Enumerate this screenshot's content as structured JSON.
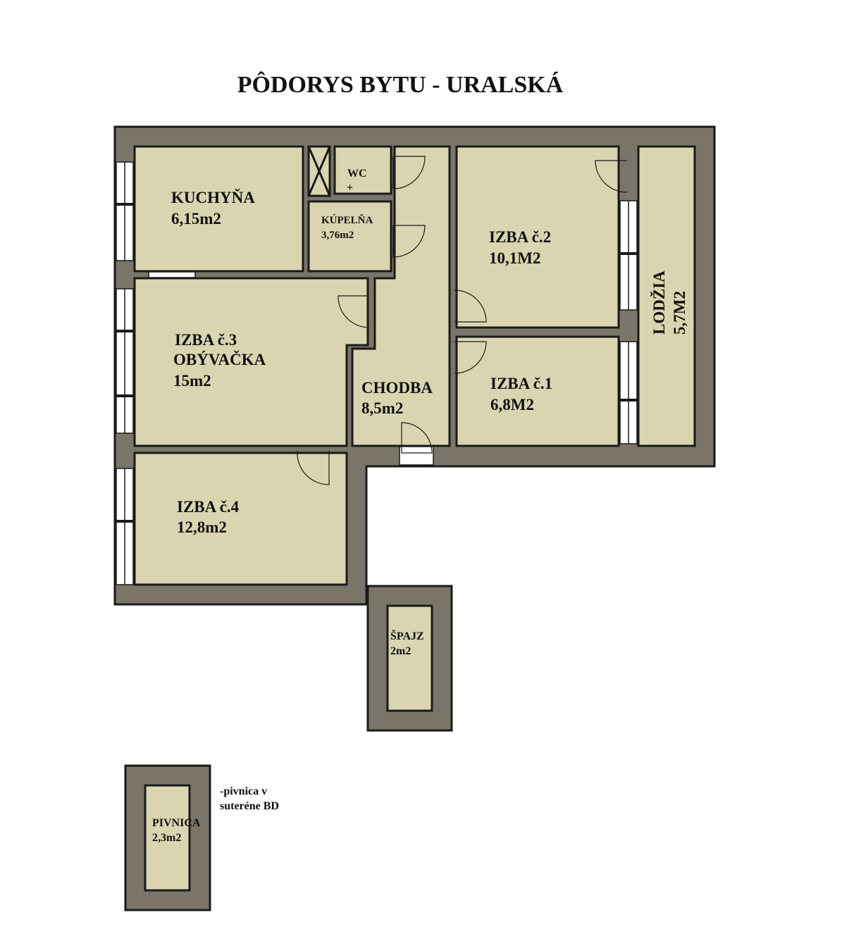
{
  "title": "PÔDORYS BYTU - URALSKÁ",
  "colors": {
    "wall": "#7b7569",
    "floor": "#dad4b0",
    "line": "#1a1a1a"
  },
  "rooms": {
    "kitchen": {
      "name": "KUCHYŇA",
      "area": "6,15m2"
    },
    "wc": {
      "name": "WC",
      "mark": "+"
    },
    "bathroom": {
      "name": "KÚPELŇA",
      "area": "3,76m2"
    },
    "room2": {
      "name": "IZBA č.2",
      "area": "10,1M2"
    },
    "room3": {
      "name": "IZBA č.3",
      "sub": "OBÝVAČKA",
      "area": "15m2"
    },
    "hall": {
      "name": "CHODBA",
      "area": "8,5m2"
    },
    "room1": {
      "name": "IZBA č.1",
      "area": "6,8M2"
    },
    "loggia": {
      "name": "LODŽIA",
      "area": "5,7M2"
    },
    "room4": {
      "name": "IZBA č.4",
      "area": "12,8m2"
    },
    "pantry": {
      "name": "ŠPAJZ",
      "area": "2m2"
    },
    "cellar": {
      "name": "PIVNICA",
      "area": "2,3m2"
    }
  },
  "cellar_note": [
    "-pivnica v",
    "suteréne BD"
  ]
}
